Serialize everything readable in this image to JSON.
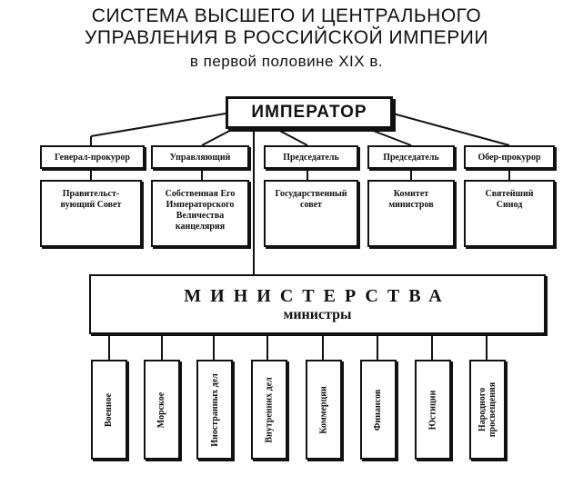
{
  "title": {
    "line1": "СИСТЕМА ВЫСШЕГО И ЦЕНТРАЛЬНОГО",
    "line2": "УПРАВЛЕНИЯ В РОССИЙСКОЙ ИМПЕРИИ",
    "line3": "в первой половине XIX в."
  },
  "emperor": "ИМПЕРАТОР",
  "heads": [
    {
      "label": "Генерал-прокурор"
    },
    {
      "label": "Управляющий"
    },
    {
      "label": "Председатель"
    },
    {
      "label": "Председатель"
    },
    {
      "label": "Обер-прокурор"
    }
  ],
  "councils": [
    {
      "label": "Правительст-вующий Совет"
    },
    {
      "label": "Собственная Его Императорского Величества канцелярия"
    },
    {
      "label": "Государственный совет"
    },
    {
      "label": "Комитет министров"
    },
    {
      "label": "Святейший Синод"
    }
  ],
  "ministries_box": {
    "title": "МИНИСТЕРСТВА",
    "subtitle": "министры"
  },
  "ministries": [
    {
      "label": "Военное"
    },
    {
      "label": "Морское"
    },
    {
      "label": "Иностранных дел"
    },
    {
      "label": "Внутренних дел"
    },
    {
      "label": "Коммерции"
    },
    {
      "label": "Финансов"
    },
    {
      "label": "Юстиции"
    },
    {
      "label": "Народного просвещения"
    }
  ]
}
